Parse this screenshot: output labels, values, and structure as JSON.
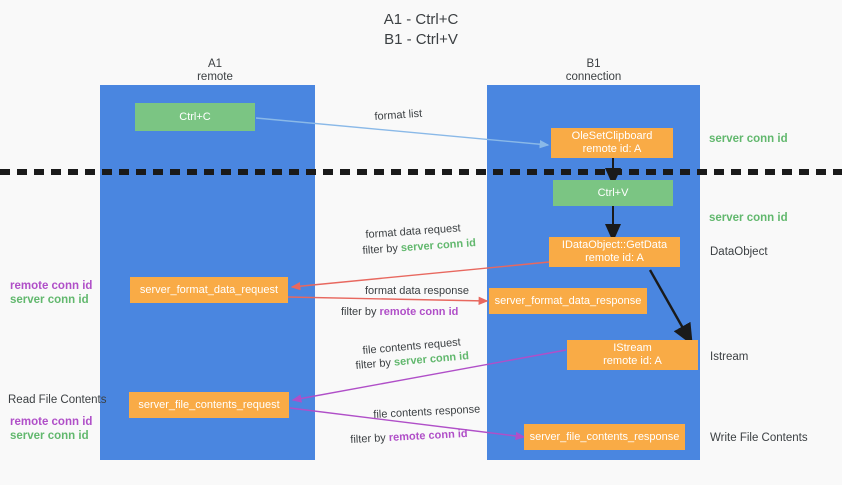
{
  "title": "A1 - Ctrl+C\nB1 - Ctrl+V",
  "columns": [
    {
      "name": "A1",
      "role": "remote",
      "header": "A1\nremote"
    },
    {
      "name": "B1",
      "role": "connection",
      "header": "B1\nconnection"
    }
  ],
  "colors": {
    "lane": "#4a86e0",
    "green_node": "#7bc583",
    "orange_node": "#f9ab46",
    "server_conn_id": "#62b86e",
    "remote_conn_id": "#b04fc8",
    "arrow_blue": "#8ab9e8",
    "arrow_red": "#e8685f",
    "arrow_purple": "#b04fc8",
    "arrow_black": "#1a1a1a",
    "background": "#f9f9f9"
  },
  "nodes": {
    "ctrl_c": {
      "label": "Ctrl+C",
      "kind": "green"
    },
    "ole_set_clipboard": {
      "line1": "OleSetClipboard",
      "line2": "remote id: A",
      "kind": "orange"
    },
    "ctrl_v": {
      "label": "Ctrl+V",
      "kind": "green"
    },
    "get_data": {
      "line1": "IDataObject::GetData",
      "line2": "remote id: A",
      "kind": "orange"
    },
    "istream": {
      "line1": "IStream",
      "line2": "remote id: A",
      "kind": "orange"
    },
    "format_data_request": {
      "label": "server_format_data_request",
      "kind": "orange"
    },
    "format_data_response": {
      "label": "server_format_data_response",
      "kind": "orange"
    },
    "file_contents_request": {
      "label": "server_file_contents_request",
      "kind": "orange"
    },
    "file_contents_response": {
      "label": "server_file_contents_response",
      "kind": "orange"
    }
  },
  "edge_labels": {
    "format_list": "format list",
    "format_data_request": "format data request",
    "format_data_request_filter_prefix": "filter by ",
    "format_data_request_filter_value": "server conn id",
    "format_data_response": "format data response",
    "format_data_response_filter_prefix": "filter by ",
    "format_data_response_filter_value": "remote conn id",
    "file_contents_request": "file contents request",
    "file_contents_request_filter_prefix": "filter by ",
    "file_contents_request_filter_value": "server conn id",
    "file_contents_response": "file contents response",
    "file_contents_response_filter_prefix": "filter by ",
    "file_contents_response_filter_value": "remote conn id"
  },
  "right_labels": {
    "server_conn_id_top": "server conn id",
    "server_conn_id_mid": "server conn id",
    "data_object": "DataObject",
    "istream": "Istream",
    "write_file_contents": "Write File Contents"
  },
  "left_labels": {
    "remote_conn_id_mid": "remote conn id",
    "server_conn_id_mid": "server conn id",
    "read_file_contents": "Read File Contents",
    "remote_conn_id_bottom": "remote conn id",
    "server_conn_id_bottom": "server conn id"
  }
}
